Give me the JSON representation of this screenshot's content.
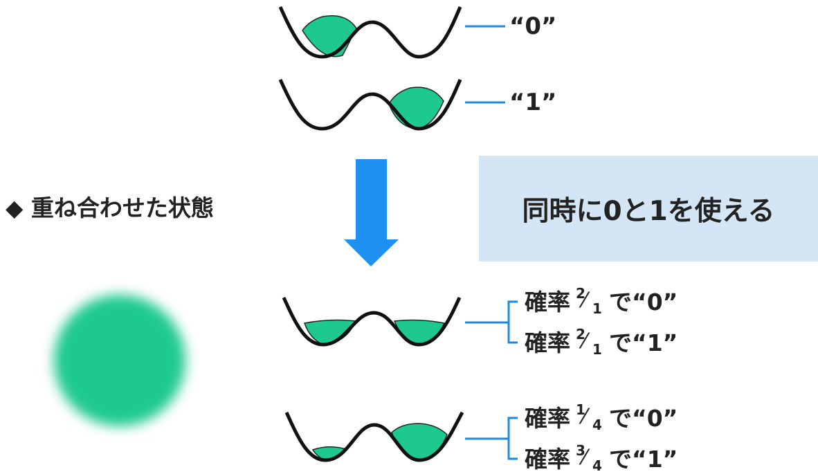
{
  "colors": {
    "liquid": "#1ec98f",
    "connector": "#1e88e5",
    "arrow": "#1e90f0",
    "banner_bg": "#d4e6f5",
    "text": "#222222"
  },
  "states": {
    "zero_label": "“0”",
    "one_label": "“1”"
  },
  "heading": "◆ 重ね合わせた状態",
  "banner_text": "同時に0と1を使える",
  "superposition_a": [
    {
      "prefix": "確率",
      "numerator": "2",
      "denominator": "1",
      "suffix": "で“0”"
    },
    {
      "prefix": "確率",
      "numerator": "2",
      "denominator": "1",
      "suffix": "で“1”"
    }
  ],
  "superposition_b": [
    {
      "prefix": "確率",
      "numerator": "1",
      "denominator": "4",
      "suffix": "で“0”"
    },
    {
      "prefix": "確率",
      "numerator": "3",
      "denominator": "4",
      "suffix": "で“1”"
    }
  ]
}
